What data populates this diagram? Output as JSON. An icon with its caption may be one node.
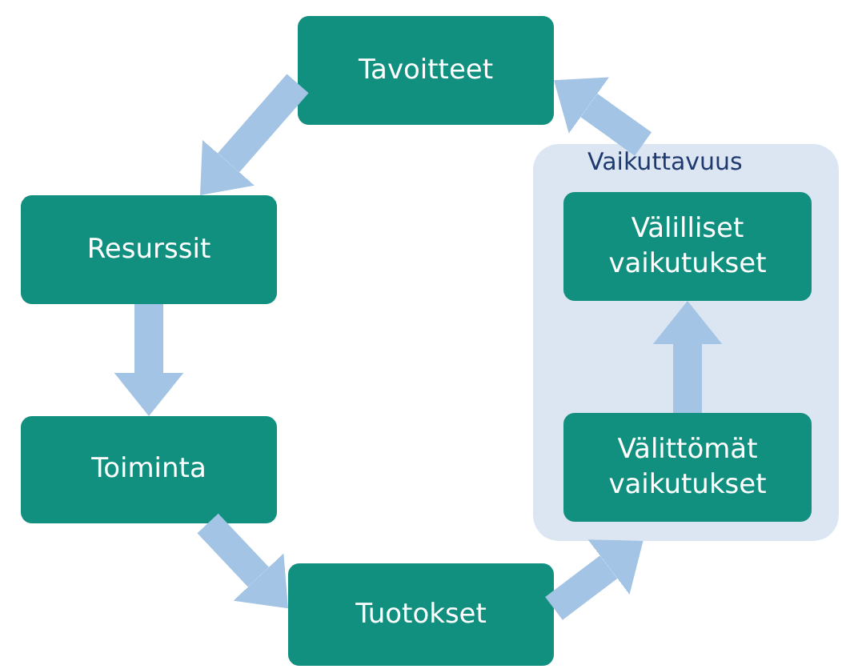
{
  "diagram": {
    "nodes": [
      {
        "text": [
          "Tavoitteet"
        ]
      },
      {
        "text": [
          "Resurssit"
        ]
      },
      {
        "text": [
          "Toiminta"
        ]
      },
      {
        "text": [
          "Tuotokset"
        ]
      },
      {
        "text": [
          "Vaikuttavuus"
        ]
      },
      {
        "text": [
          "Välilliset vaikutukset"
        ],
        "in": 4
      },
      {
        "text": [
          "Välittömät vaikutukset"
        ],
        "in": 4
      }
    ],
    "edges": [
      {
        "from": 0,
        "to": 1,
        "arrow": "to"
      },
      {
        "from": 1,
        "to": 2,
        "arrow": "to"
      },
      {
        "from": 2,
        "to": 3,
        "arrow": "to"
      },
      {
        "from": 3,
        "to": 4,
        "arrow": "to"
      },
      {
        "from": 4,
        "to": 0,
        "arrow": "to"
      },
      {
        "from": 6,
        "to": 5,
        "arrow": "to"
      }
    ]
  }
}
